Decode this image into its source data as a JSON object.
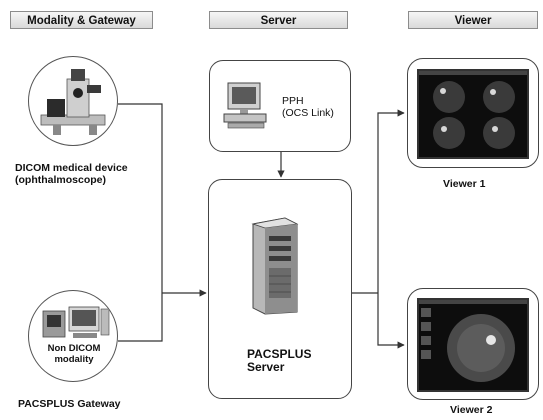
{
  "headers": {
    "modality": "Modality & Gateway",
    "server": "Server",
    "viewer": "Viewer"
  },
  "modality": {
    "dicom_device_label": "DICOM medical device\n(ophthalmoscope)",
    "non_dicom_label": "Non DICOM\nmodality",
    "gateway_label": "PACSPLUS Gateway"
  },
  "server": {
    "pph_label": "PPH\n(OCS Link)",
    "pacs_label": "PACSPLUS\nServer"
  },
  "viewers": {
    "viewer1_label": "Viewer 1",
    "viewer2_label": "Viewer 2"
  },
  "icons": [
    "ophthalmoscope-icon",
    "desktop-computer-icon",
    "server-tower-icon",
    "monitor-icon",
    "fundus-image-icon"
  ],
  "colors": {
    "line": "#333333",
    "header_border": "#8c8c8c",
    "screen": "#0d0d0d"
  }
}
